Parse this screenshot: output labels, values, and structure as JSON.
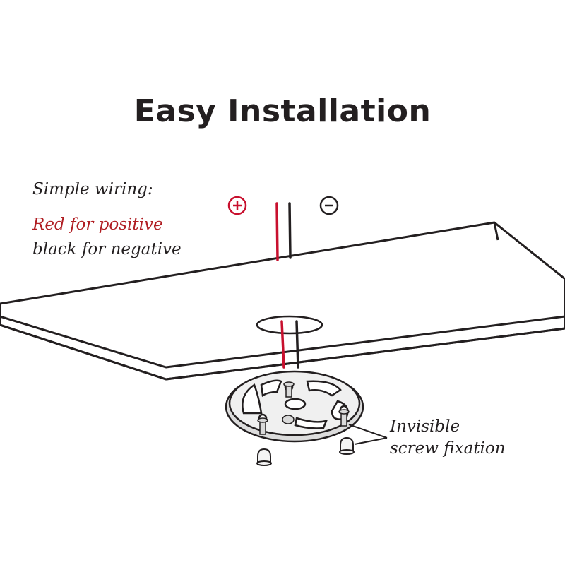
{
  "title": "Easy Installation",
  "wiring_note": {
    "heading": "Simple wiring:",
    "red_line": "Red for positive",
    "black_line": "black for negative"
  },
  "screw_note": {
    "line1": "Invisible",
    "line2": "screw fixation"
  },
  "symbols": {
    "positive": "plus-circle-icon",
    "negative": "minus-circle-icon"
  },
  "colors": {
    "outline": "#231f20",
    "positive_wire": "#c8102e",
    "negative_wire": "#231f20",
    "plate": "#eeeeee"
  }
}
